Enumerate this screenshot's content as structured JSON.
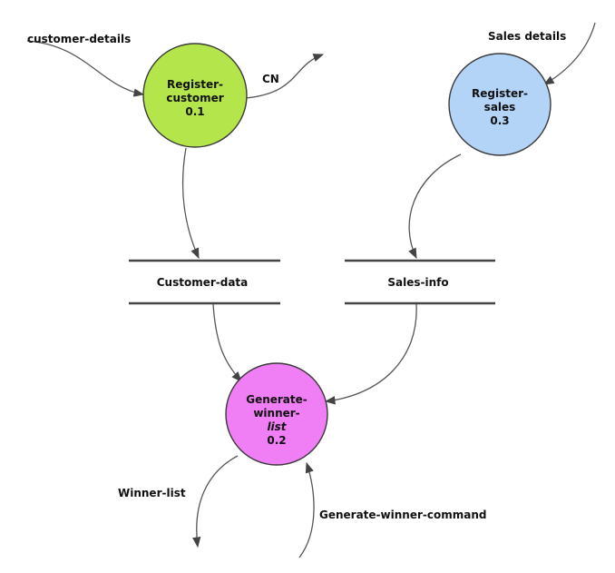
{
  "processes": {
    "register_customer": {
      "line1": "Register-",
      "line2": "customer",
      "line3": "0.1",
      "color": "#b4e54a"
    },
    "register_sales": {
      "line1": "Register-",
      "line2": "sales",
      "line3": "0.3",
      "color": "#b3d3f7"
    },
    "generate_winner": {
      "line1": "Generate-",
      "line2": "winner-",
      "line3": "list",
      "line4": "0.2",
      "color": "#f07ef4"
    }
  },
  "stores": {
    "customer_data": "Customer-data",
    "sales_info": "Sales-info"
  },
  "flows": {
    "customer_details": "customer-details",
    "cn": "CN",
    "sales_details": "Sales details",
    "winner_list": "Winner-list",
    "generate_winner_command": "Generate-winner-command"
  }
}
